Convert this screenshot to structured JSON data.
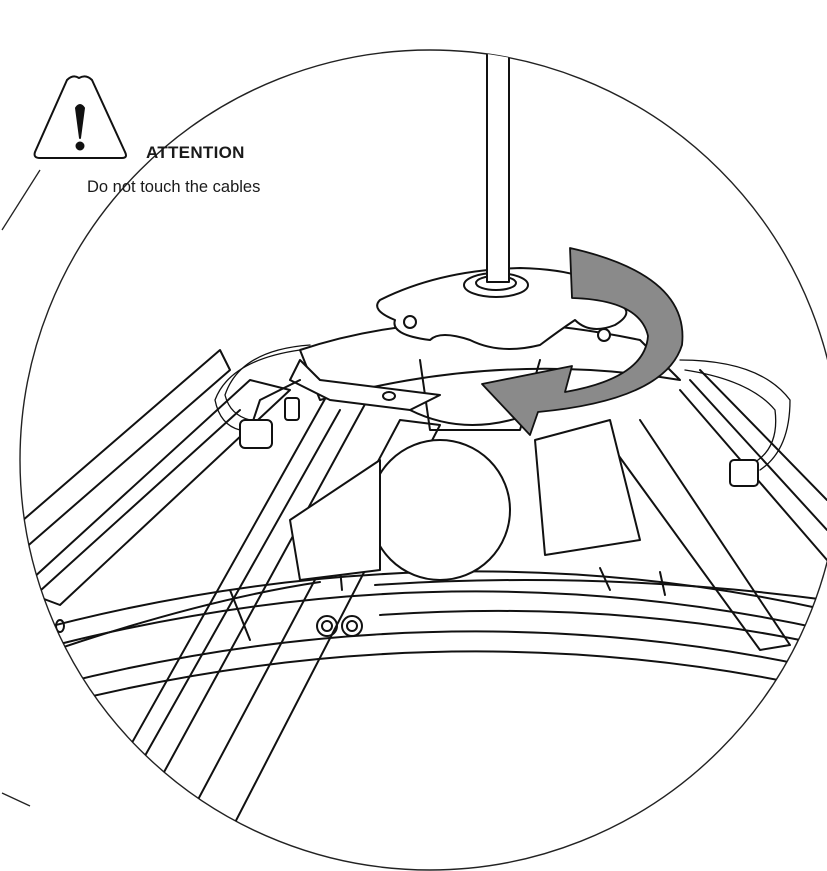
{
  "warning": {
    "title": "ATTENTION",
    "message": "Do not touch the cables",
    "icon": "warning-triangle-icon"
  },
  "illustration": {
    "subject": "ceiling-lamp-canopy-assembly",
    "rotation_arrow_color": "#8a8a8a",
    "line_color": "#111111"
  }
}
